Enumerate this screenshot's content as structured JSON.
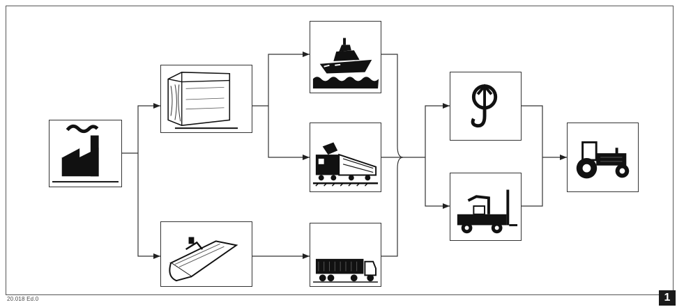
{
  "figure": {
    "doc_code": "20.018 Ed.0",
    "page_number": "1"
  },
  "nodes": [
    {
      "id": "factory",
      "icon": "factory-icon"
    },
    {
      "id": "crate",
      "icon": "wooden-crate-icon"
    },
    {
      "id": "implement",
      "icon": "farm-implement-icon"
    },
    {
      "id": "ship",
      "icon": "cargo-ship-icon"
    },
    {
      "id": "rail",
      "icon": "rail-transport-icon"
    },
    {
      "id": "truck",
      "icon": "truck-icon"
    },
    {
      "id": "crane",
      "icon": "crane-hook-icon"
    },
    {
      "id": "forklift",
      "icon": "forklift-icon"
    },
    {
      "id": "tractor",
      "icon": "tractor-icon"
    }
  ],
  "flows": [
    [
      "factory",
      "crate"
    ],
    [
      "factory",
      "implement"
    ],
    [
      "crate",
      "ship"
    ],
    [
      "crate",
      "rail"
    ],
    [
      "implement",
      "truck"
    ],
    [
      "ship",
      "crane"
    ],
    [
      "rail",
      "crane"
    ],
    [
      "truck",
      "crane"
    ],
    [
      "ship",
      "forklift"
    ],
    [
      "rail",
      "forklift"
    ],
    [
      "truck",
      "forklift"
    ],
    [
      "crane",
      "tractor"
    ],
    [
      "forklift",
      "tractor"
    ]
  ],
  "colors": {
    "ink": "#1a1a1a",
    "line": "#333333",
    "paper": "#ffffff"
  }
}
